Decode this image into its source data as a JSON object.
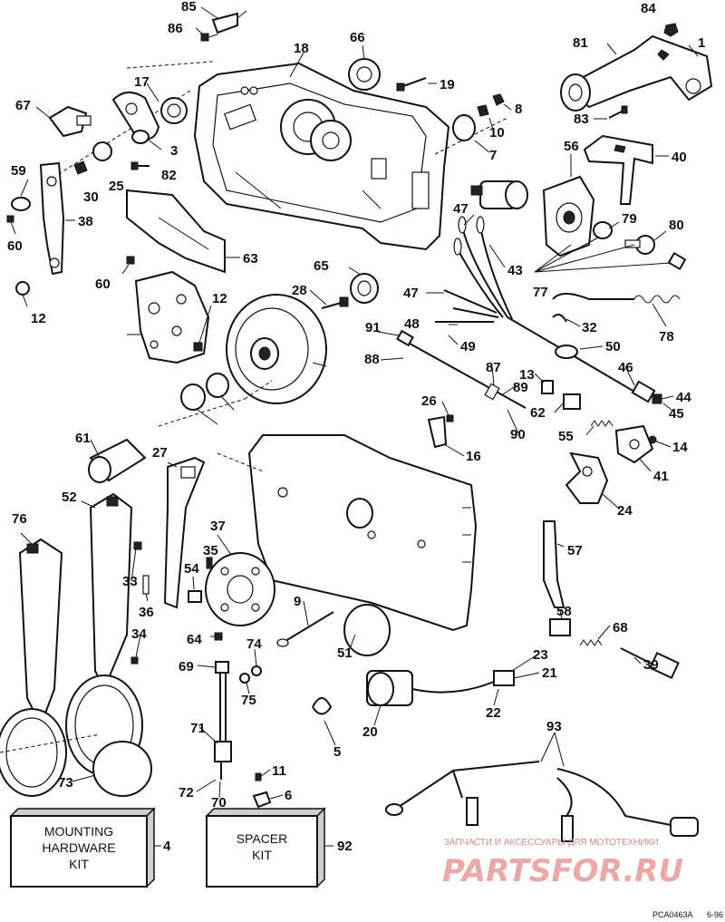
{
  "callouts": [
    "85",
    "86",
    "84",
    "81",
    "1",
    "18",
    "66",
    "19",
    "67",
    "17",
    "8",
    "83",
    "10",
    "7",
    "3",
    "56",
    "40",
    "59",
    "30",
    "25",
    "82",
    "38",
    "47",
    "79",
    "80",
    "60",
    "63",
    "43",
    "77",
    "65",
    "28",
    "12",
    "60",
    "47",
    "32",
    "48",
    "78",
    "12",
    "49",
    "91",
    "50",
    "88",
    "87",
    "46",
    "13",
    "89",
    "44",
    "62",
    "45",
    "90",
    "26",
    "16",
    "55",
    "14",
    "41",
    "24",
    "61",
    "27",
    "52",
    "37",
    "76",
    "57",
    "35",
    "54",
    "33",
    "36",
    "58",
    "68",
    "64",
    "9",
    "39",
    "34",
    "69",
    "74",
    "23",
    "51",
    "21",
    "75",
    "22",
    "20",
    "71",
    "5",
    "93",
    "11",
    "72",
    "70",
    "6",
    "73"
  ],
  "boxes": {
    "mounting_label_line1": "MOUNTING",
    "mounting_label_line2": "HARDWARE",
    "mounting_label_line3": "KIT",
    "mounting_number": "4",
    "spacer_label_line1": "SPACER",
    "spacer_label_line2": "KIT",
    "spacer_number": "92"
  },
  "watermark": {
    "line": "ЗАПЧАСТИ И АКСЕССУАРЫ ДЛЯ МОТОТЕХНИКИ",
    "logo": "PARTSFOR.RU"
  },
  "footer": {
    "code": "PCA0463A",
    "date": "6-96"
  }
}
